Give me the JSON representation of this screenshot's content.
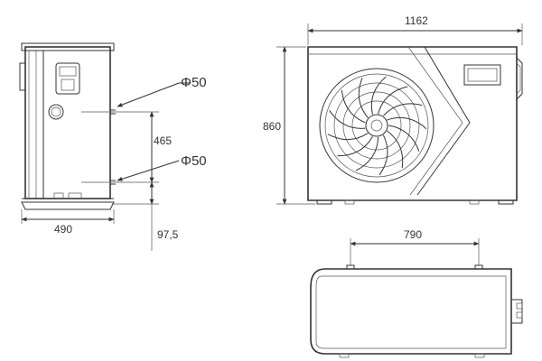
{
  "drawing": {
    "labels": {
      "pipe_diameter_upper": "Φ50",
      "pipe_diameter_lower": "Φ50",
      "side_width": "490",
      "pipe_spacing": "465",
      "pipe_base_height": "97,5",
      "front_width": "1162",
      "front_height": "860",
      "top_base_spacing": "790"
    },
    "colors": {
      "line": "#333333",
      "background": "#ffffff"
    }
  }
}
